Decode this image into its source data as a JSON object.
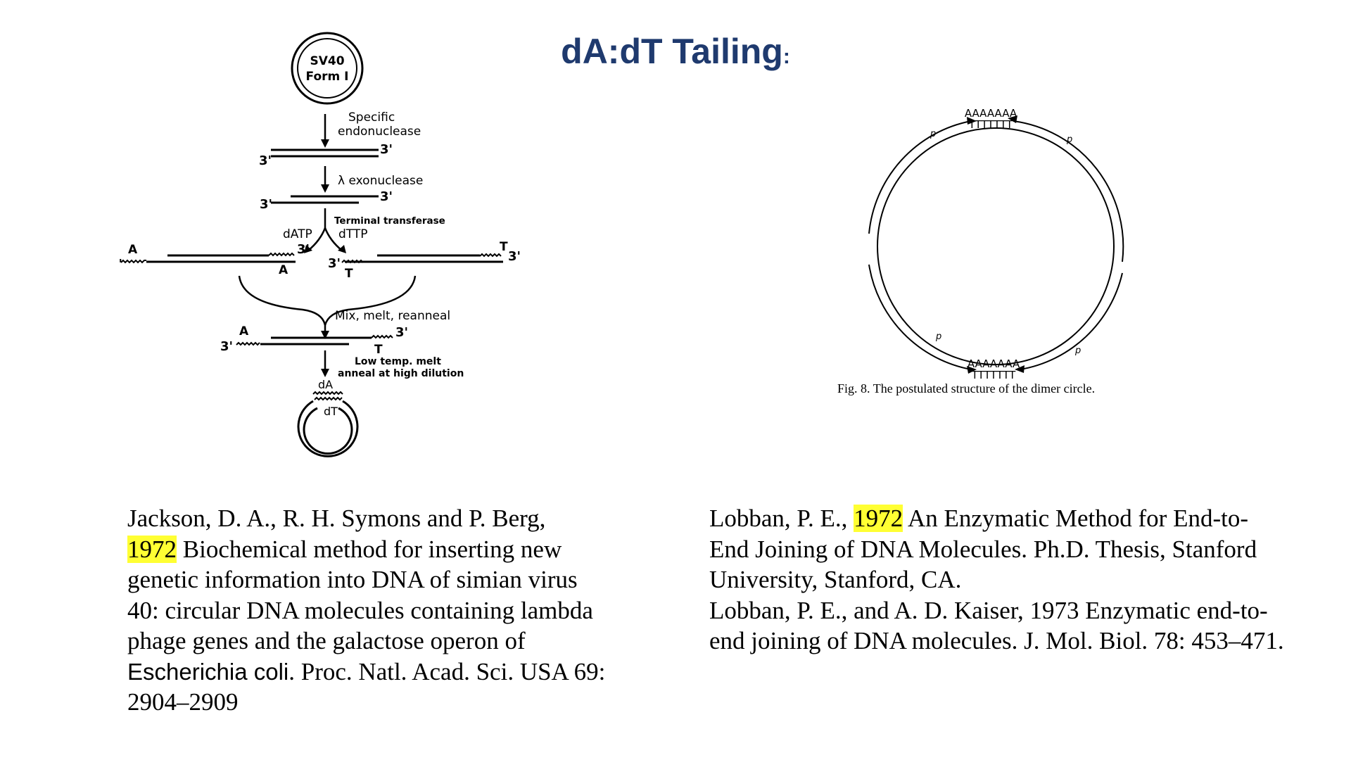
{
  "title": {
    "text": "dA:dT Tailing",
    "colon": ":"
  },
  "left_diagram": {
    "circle_label_line1": "SV40",
    "circle_label_line2": "Form I",
    "step1": {
      "line1": "Specific",
      "line2": "endonuclease"
    },
    "step2": "λ exonuclease",
    "step3": "Terminal transferase",
    "datp": "dATP",
    "dttp": "dTTP",
    "step4": "Mix, melt, reanneal",
    "step5": {
      "line1": "Low temp. melt",
      "line2": "anneal at high dilution"
    },
    "end_3prime": "3'",
    "base_a": "A",
    "base_t": "T",
    "da": "dA",
    "dt": "dT"
  },
  "right_diagram": {
    "poly_a": "AAAAAAA",
    "poly_t": "TTTTTTT",
    "p_label": "p",
    "caption_prefix": "Fig. 8.",
    "caption_text": "The postulated structure of the dimer circle."
  },
  "left_reference": {
    "authors": "Jackson, D. A., R. H. Symons and P. Berg,",
    "year": "1972",
    "text1": " Biochemical method for inserting new genetic information into DNA of simian virus 40: circular DNA molecules containing lambda phage genes and the galactose operon of ",
    "species": "Escherichia coli",
    "text2": ". Proc. Natl. Acad. Sci. USA 69: 2904–2909"
  },
  "right_reference": {
    "r1_authors": "Lobban, P. E., ",
    "r1_year": "1972",
    "r1_text": " An Enzymatic Method for End-to-End Joining of DNA Molecules. Ph.D. Thesis, Stanford University, Stanford, CA.",
    "r2_text": "Lobban, P. E., and A. D. Kaiser, 1973 Enzymatic end-to-end joining of DNA molecules. J. Mol. Biol. 78: 453–471."
  },
  "colors": {
    "title": "#1f3a6e",
    "highlight": "#ffff33"
  }
}
